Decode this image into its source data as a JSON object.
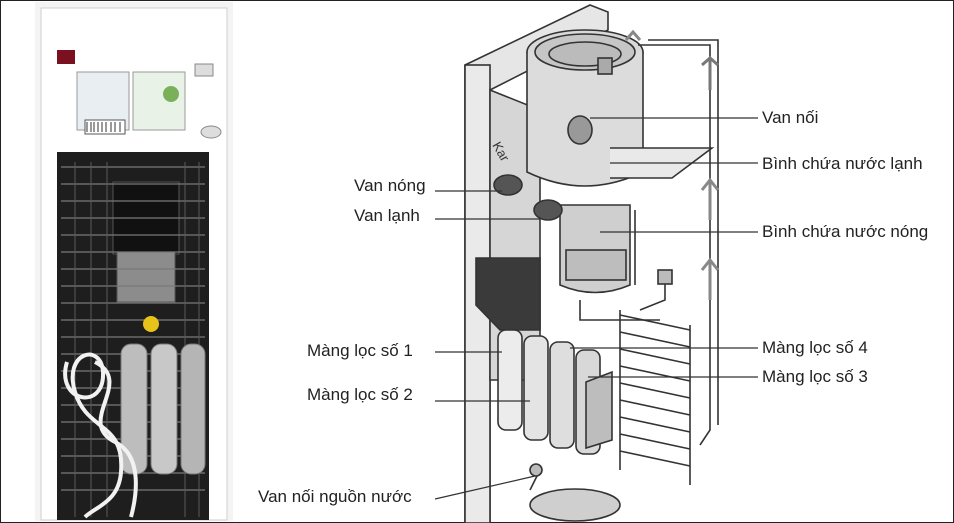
{
  "diagram": {
    "labels_left": [
      {
        "id": "van-nong",
        "text": "Van nóng"
      },
      {
        "id": "van-lanh",
        "text": "Van lạnh"
      },
      {
        "id": "mang-loc-1",
        "text": "Màng lọc số 1"
      },
      {
        "id": "mang-loc-2",
        "text": "Màng lọc số 2"
      },
      {
        "id": "van-noi-nguon-nuoc",
        "text": "Van nối nguồn nước"
      }
    ],
    "labels_right": [
      {
        "id": "van-noi",
        "text": "Van nối"
      },
      {
        "id": "binh-chua-nuoc-lanh",
        "text": "Bình chứa nước lạnh"
      },
      {
        "id": "binh-chua-nuoc-nong",
        "text": "Bình chứa nước nóng"
      },
      {
        "id": "mang-loc-4",
        "text": "Màng lọc số 4"
      },
      {
        "id": "mang-loc-3",
        "text": "Màng lọc số 3"
      }
    ],
    "brand_text": "Kar"
  },
  "colors": {
    "line": "#333333",
    "metal": "#d9d9d9",
    "dark": "#3a3a3a"
  }
}
